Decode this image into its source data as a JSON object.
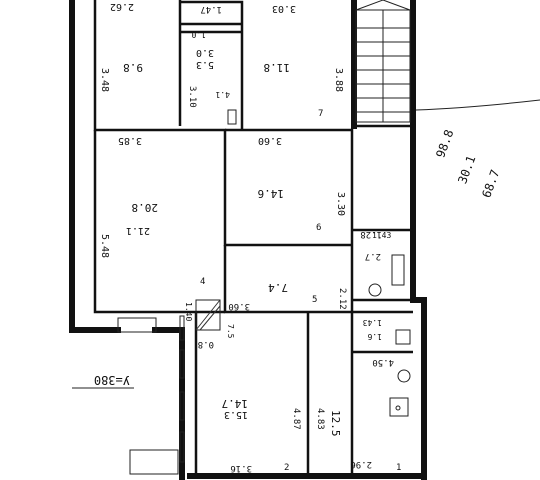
{
  "plan": {
    "building_notes": [
      "68.7",
      "30.1",
      "98.8"
    ],
    "height_mark": "У=380",
    "rooms": [
      {
        "id": "r1",
        "area": "9.8",
        "dims": [
          "2.62",
          "3.48"
        ]
      },
      {
        "id": "r2",
        "area": "5.3",
        "dims": [
          "1.47",
          "3.10"
        ],
        "extra": "3.0"
      },
      {
        "id": "r3",
        "area": "11.8",
        "dims": [
          "3.03",
          "3.88"
        ]
      },
      {
        "id": "r4",
        "area": "20.8",
        "dims": [
          "3.85",
          "5.48"
        ],
        "extra": "21.1"
      },
      {
        "id": "r5",
        "area": "14.6",
        "dims": [
          "3.60",
          "3.30"
        ]
      },
      {
        "id": "r6",
        "area": "7.4",
        "dims": [
          "3.60",
          "2.12"
        ]
      },
      {
        "id": "r7",
        "area": "2.7",
        "dims": [
          "1.28"
        ]
      },
      {
        "id": "r8",
        "area": "1.43",
        "dims": [
          "1.43",
          "4.50"
        ],
        "extra": "1.6"
      },
      {
        "id": "r9",
        "area": "14.7",
        "dims": [
          "3.16",
          "4.87"
        ],
        "extra": "15.3"
      },
      {
        "id": "r10",
        "area": "12.5",
        "dims": [
          "2.96",
          "4.83"
        ]
      }
    ],
    "misc_labels": [
      "1.0",
      "1.43",
      "1.0",
      "0.8",
      "1.40",
      "7.5",
      "4",
      "5",
      "6",
      "7",
      "2",
      "1",
      "4.1"
    ]
  }
}
